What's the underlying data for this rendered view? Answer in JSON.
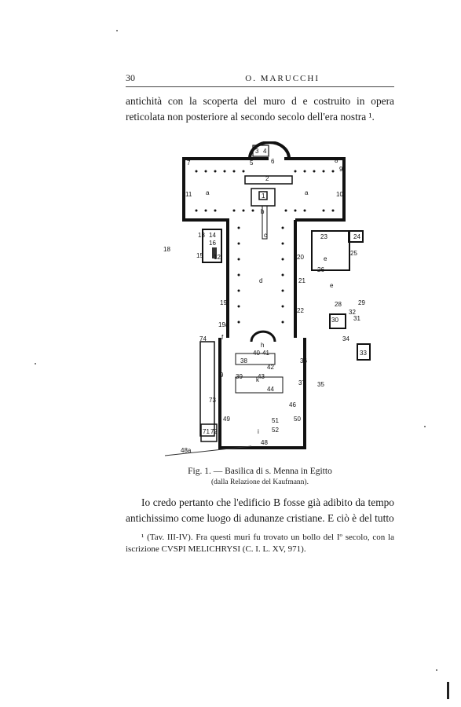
{
  "header": {
    "page_number": "30",
    "author": "O. MARUCCHI"
  },
  "paragraph_top": "antichità con la scoperta del muro d e costruito in opera reticolata non posteriore al secondo secolo dell'era nostra ¹.",
  "figure": {
    "caption_main": "Fig. 1. — Basilica di s. Menna in Egitto",
    "caption_sub": "(dalla Relazione del Kaufmann).",
    "labels": {
      "l7": "7",
      "l8": "8",
      "l9": "9",
      "l3": "3",
      "l4": "4",
      "l5": "5",
      "l6": "6",
      "l2": "2",
      "l1": "1",
      "la1": "a",
      "la2": "a",
      "lb": "b",
      "l11": "11",
      "l10": "10",
      "lc": "c",
      "ld": "d",
      "l13": "13",
      "l14": "14",
      "l15": "15",
      "l16": "16",
      "l18": "18",
      "l12": "12",
      "l19": "19",
      "l19a": "19a",
      "l20": "20",
      "l21": "21",
      "l22": "22",
      "l23": "23",
      "l24": "24",
      "l25": "25",
      "l26": "26",
      "le1": "e",
      "le2": "e",
      "l28": "28",
      "l29": "29",
      "l30": "30",
      "l31": "31",
      "l32": "32",
      "l33": "33",
      "l34": "34",
      "l35": "35",
      "l36": "36",
      "l37": "37",
      "l38": "38",
      "l39": "39",
      "l40": "40",
      "l41": "41",
      "l42": "42",
      "l43": "43",
      "l44": "44",
      "l46": "46",
      "l48": "48",
      "l49": "49",
      "l50": "50",
      "l51": "51",
      "l52": "52",
      "l71": "71",
      "l72": "72",
      "l73": "73",
      "l74": "74",
      "lf": "f",
      "lh": "h",
      "lk": "k",
      "li": "i",
      "l9b": "9",
      "l48a": "48a"
    }
  },
  "paragraph_bottom": "Io credo pertanto che l'edificio B fosse già adibito da tempo antichissimo come luogo di adunanze cristiane. E ciò è del tutto",
  "footnote": "¹ (Tav. III-IV). Fra questi muri fu trovato un bollo del Iº secolo, con la iscrizione CVSPI MELICHRYSI (C. I. L. XV, 971)."
}
